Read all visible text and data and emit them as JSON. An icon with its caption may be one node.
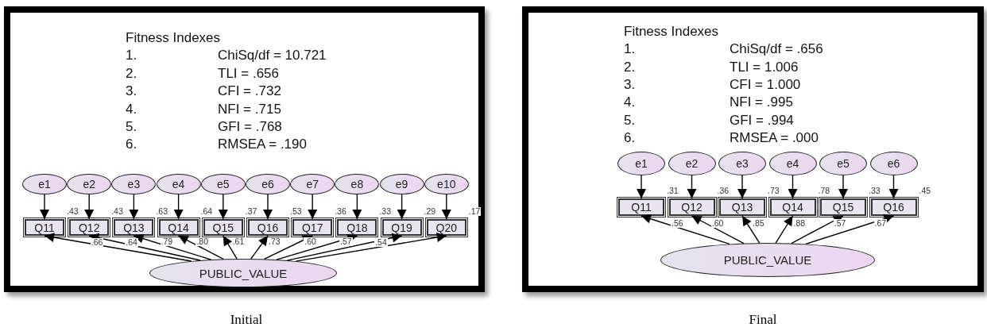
{
  "diagram": {
    "nodes": [
      {
        "text": [
          "Fitness Indexes",
          "1.",
          "ChiSq/df = 10.721",
          "2.",
          "TLI = .656",
          "3.",
          "CFI = .732",
          "4.",
          "NFI = .715",
          "5.",
          "GFI = .768",
          "6.",
          "RMSEA = .190"
        ],
        "beside": [
          "Initial"
        ]
      },
      {
        "text": [
          "e1"
        ],
        "in": 0
      },
      {
        "text": [
          "e2"
        ],
        "in": 0
      },
      {
        "text": [
          "e3"
        ],
        "in": 0
      },
      {
        "text": [
          "e4"
        ],
        "in": 0
      },
      {
        "text": [
          "e5"
        ],
        "in": 0
      },
      {
        "text": [
          "e6"
        ],
        "in": 0
      },
      {
        "text": [
          "e7"
        ],
        "in": 0
      },
      {
        "text": [
          "e8"
        ],
        "in": 0
      },
      {
        "text": [
          "e9"
        ],
        "in": 0
      },
      {
        "text": [
          "e10"
        ],
        "in": 0
      },
      {
        "text": [
          "Q11"
        ],
        "in": 0,
        "beside": [
          ".43"
        ]
      },
      {
        "text": [
          "Q12"
        ],
        "in": 0,
        "beside": [
          ".43"
        ]
      },
      {
        "text": [
          "Q13"
        ],
        "in": 0,
        "beside": [
          ".63"
        ]
      },
      {
        "text": [
          "Q14"
        ],
        "in": 0,
        "beside": [
          ".64"
        ]
      },
      {
        "text": [
          "Q15"
        ],
        "in": 0,
        "beside": [
          ".37"
        ]
      },
      {
        "text": [
          "Q16"
        ],
        "in": 0,
        "beside": [
          ".53"
        ]
      },
      {
        "text": [
          "Q17"
        ],
        "in": 0,
        "beside": [
          ".36"
        ]
      },
      {
        "text": [
          "Q18"
        ],
        "in": 0,
        "beside": [
          ".33"
        ]
      },
      {
        "text": [
          "Q19"
        ],
        "in": 0,
        "beside": [
          ".29"
        ]
      },
      {
        "text": [
          "Q20"
        ],
        "in": 0,
        "beside": [
          ".17"
        ]
      },
      {
        "text": [
          "PUBLIC_VALUE"
        ],
        "in": 0
      },
      {
        "text": [
          "Fitness Indexes",
          "1.",
          "ChiSq/df = .656",
          "2.",
          "TLI = 1.006",
          "3.",
          "CFI = 1.000",
          "4.",
          "NFI = .995",
          "5.",
          "GFI = .994",
          "6.",
          "RMSEA = .000"
        ],
        "beside": [
          "Final"
        ]
      },
      {
        "text": [
          "e1"
        ],
        "in": 22
      },
      {
        "text": [
          "e2"
        ],
        "in": 22
      },
      {
        "text": [
          "e3"
        ],
        "in": 22
      },
      {
        "text": [
          "e4"
        ],
        "in": 22
      },
      {
        "text": [
          "e5"
        ],
        "in": 22
      },
      {
        "text": [
          "e6"
        ],
        "in": 22
      },
      {
        "text": [
          "Q11"
        ],
        "in": 22,
        "beside": [
          ".31"
        ]
      },
      {
        "text": [
          "Q12"
        ],
        "in": 22,
        "beside": [
          ".36"
        ]
      },
      {
        "text": [
          "Q13"
        ],
        "in": 22,
        "beside": [
          ".73"
        ]
      },
      {
        "text": [
          "Q14"
        ],
        "in": 22,
        "beside": [
          ".78"
        ]
      },
      {
        "text": [
          "Q15"
        ],
        "in": 22,
        "beside": [
          ".33"
        ]
      },
      {
        "text": [
          "Q16"
        ],
        "in": 22,
        "beside": [
          ".45"
        ]
      },
      {
        "text": [
          "PUBLIC_VALUE"
        ],
        "in": 22
      }
    ],
    "edges": [
      {
        "from": 1,
        "to": 11,
        "arrow": "to"
      },
      {
        "from": 2,
        "to": 12,
        "arrow": "to"
      },
      {
        "from": 3,
        "to": 13,
        "arrow": "to"
      },
      {
        "from": 4,
        "to": 14,
        "arrow": "to"
      },
      {
        "from": 5,
        "to": 15,
        "arrow": "to"
      },
      {
        "from": 6,
        "to": 16,
        "arrow": "to"
      },
      {
        "from": 7,
        "to": 17,
        "arrow": "to"
      },
      {
        "from": 8,
        "to": 18,
        "arrow": "to"
      },
      {
        "from": 9,
        "to": 19,
        "arrow": "to"
      },
      {
        "from": 10,
        "to": 20,
        "arrow": "to"
      },
      {
        "from": 21,
        "to": 11,
        "arrow": "to",
        "label": ".66"
      },
      {
        "from": 21,
        "to": 12,
        "arrow": "to",
        "label": ".64"
      },
      {
        "from": 21,
        "to": 13,
        "arrow": "to",
        "label": ".79"
      },
      {
        "from": 21,
        "to": 14,
        "arrow": "to",
        "label": ".80"
      },
      {
        "from": 21,
        "to": 15,
        "arrow": "to",
        "label": ".61"
      },
      {
        "from": 21,
        "to": 16,
        "arrow": "to",
        "label": ".73"
      },
      {
        "from": 21,
        "to": 17,
        "arrow": "to",
        "label": ".60"
      },
      {
        "from": 21,
        "to": 18,
        "arrow": "to",
        "label": ".57"
      },
      {
        "from": 21,
        "to": 19,
        "arrow": "to",
        "label": ".54"
      },
      {
        "from": 21,
        "to": 20,
        "arrow": "to"
      },
      {
        "from": 23,
        "to": 29,
        "arrow": "to"
      },
      {
        "from": 24,
        "to": 30,
        "arrow": "to"
      },
      {
        "from": 25,
        "to": 31,
        "arrow": "to"
      },
      {
        "from": 26,
        "to": 32,
        "arrow": "to"
      },
      {
        "from": 27,
        "to": 33,
        "arrow": "to"
      },
      {
        "from": 28,
        "to": 34,
        "arrow": "to"
      },
      {
        "from": 35,
        "to": 29,
        "arrow": "to",
        "label": ".56"
      },
      {
        "from": 35,
        "to": 30,
        "arrow": "to",
        "label": ".60"
      },
      {
        "from": 35,
        "to": 31,
        "arrow": "to",
        "label": ".85"
      },
      {
        "from": 35,
        "to": 32,
        "arrow": "to",
        "label": ".88"
      },
      {
        "from": 35,
        "to": 33,
        "arrow": "to",
        "label": ".57"
      },
      {
        "from": 35,
        "to": 34,
        "arrow": "to",
        "label": ".67"
      }
    ]
  }
}
